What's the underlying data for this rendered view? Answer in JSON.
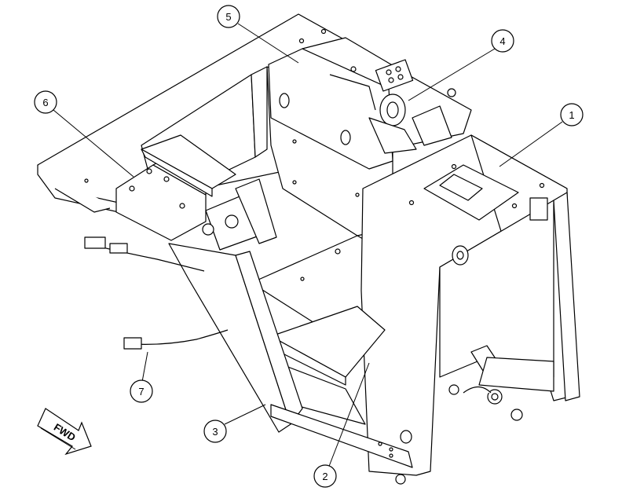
{
  "diagram": {
    "callouts": [
      {
        "id": "1",
        "label": "1"
      },
      {
        "id": "2",
        "label": "2"
      },
      {
        "id": "3",
        "label": "3"
      },
      {
        "id": "4",
        "label": "4"
      },
      {
        "id": "5",
        "label": "5"
      },
      {
        "id": "6",
        "label": "6"
      },
      {
        "id": "7",
        "label": "7"
      }
    ],
    "direction_arrow": {
      "label": "FWD"
    }
  }
}
